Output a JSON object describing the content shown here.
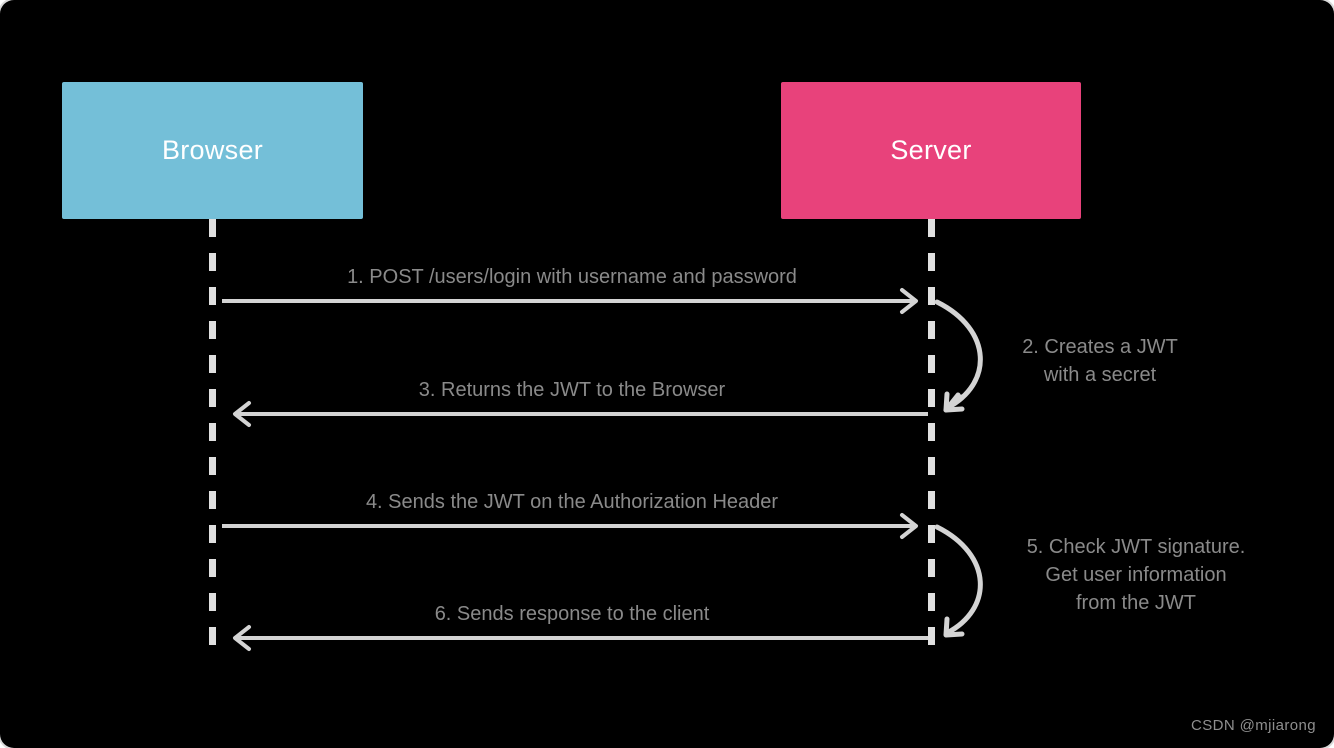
{
  "diagram": {
    "title_actors": {
      "browser": "Browser",
      "server": "Server"
    },
    "colors": {
      "background": "#000000",
      "browser_box": "#74bfd8",
      "server_box": "#e8427b",
      "line": "#d4d4d4",
      "text": "#8a8a8a",
      "actor_text": "#ffffff"
    },
    "messages": [
      {
        "id": 1,
        "label": "1. POST /users/login with username and password",
        "direction": "right"
      },
      {
        "id": 3,
        "label": "3. Returns the JWT to the Browser",
        "direction": "left"
      },
      {
        "id": 4,
        "label": "4. Sends the JWT on the Authorization Header",
        "direction": "right"
      },
      {
        "id": 6,
        "label": "6. Sends response to the client",
        "direction": "left"
      }
    ],
    "self_notes": [
      {
        "id": 2,
        "lines": [
          "2. Creates a JWT",
          "with a secret"
        ]
      },
      {
        "id": 5,
        "lines": [
          "5. Check JWT signature.",
          "Get user information",
          "from the JWT"
        ]
      }
    ],
    "watermark": "CSDN @mjiarong"
  }
}
